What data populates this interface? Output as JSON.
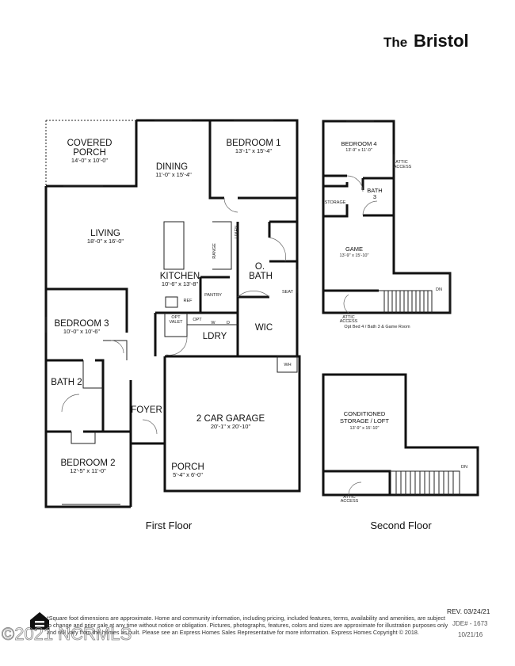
{
  "title": {
    "prefix": "The",
    "name": "Bristol"
  },
  "first_floor": {
    "label": "First Floor",
    "rooms": {
      "covered_porch": {
        "name1": "COVERED",
        "name2": "PORCH",
        "dim": "14'-0\" x 10'-0\""
      },
      "dining": {
        "name": "DINING",
        "dim": "11'-0\" x 15'-4\""
      },
      "bedroom1": {
        "name": "BEDROOM 1",
        "dim": "13'-1\" x 15'-4\""
      },
      "living": {
        "name": "LIVING",
        "dim": "18'-0\" x 16'-0\""
      },
      "kitchen": {
        "name": "KITCHEN",
        "dim": "10'-6\" x 13'-8\""
      },
      "obath": {
        "name1": "O.",
        "name2": "BATH"
      },
      "wic": {
        "name": "WIC"
      },
      "ldry": {
        "name": "LDRY"
      },
      "bedroom3": {
        "name": "BEDROOM 3",
        "dim": "10'-0\" x 10'-6\""
      },
      "bath2": {
        "name": "BATH 2"
      },
      "foyer": {
        "name": "FOYER"
      },
      "garage": {
        "name": "2 CAR GARAGE",
        "dim": "20'-1\" x 20'-10\""
      },
      "porch": {
        "name": "PORCH",
        "dim": "5'-4\" x 6'-0\""
      },
      "bedroom2": {
        "name": "BEDROOM 2",
        "dim": "12'-5\" x 11'-0\""
      }
    },
    "fixtures": {
      "range": "RANGE",
      "linen": "LINEN",
      "pantry": "PANTRY",
      "ref": "REF",
      "seat": "SEAT",
      "opt_valet1": "OPT",
      "opt_valet2": "VALET",
      "opt": "OPT",
      "w": "W",
      "d": "D",
      "wh": "WH"
    }
  },
  "second_floor": {
    "label": "Second Floor",
    "option_plan": {
      "caption": "Opt Bed 4 / Bath 3 & Game Room",
      "bedroom4": {
        "name": "BEDROOM 4",
        "dim": "13'-9\" x 11'-0\""
      },
      "bath3": {
        "name1": "BATH",
        "name2": "3"
      },
      "storage": "STORAGE",
      "game": {
        "name": "GAME",
        "dim": "13'-9\" x 15'-10\""
      },
      "attic1": "ATTIC",
      "attic1b": "ACCESS",
      "attic2": "ATTIC",
      "attic2b": "ACCESS",
      "dn": "DN"
    },
    "base_plan": {
      "loft": {
        "name1": "CONDITIONED",
        "name2": "STORAGE / LOFT",
        "dim": "13'-9\" x 15'-10\""
      },
      "attic": "ATTIC",
      "atticb": "ACCESS",
      "dn": "DN"
    }
  },
  "footer": {
    "disclaimer": [
      "*Square foot dimensions are approximate. Home and community information, including pricing, included features, terms, availability and amenities, are subject",
      "to change and prior sale at any time without notice or obligation. Pictures, photographs, features, colors and sizes are approximate for illustration purposes only",
      "and will vary from the homes as built. Please see an Express Homes Sales Representative for more information. Express Homes Copyright © 2018."
    ],
    "revision": "REV. 03/24/21",
    "jde": "JDE# - 1673",
    "date": "10/21/16",
    "watermark": "©2021 NCRMLS"
  }
}
